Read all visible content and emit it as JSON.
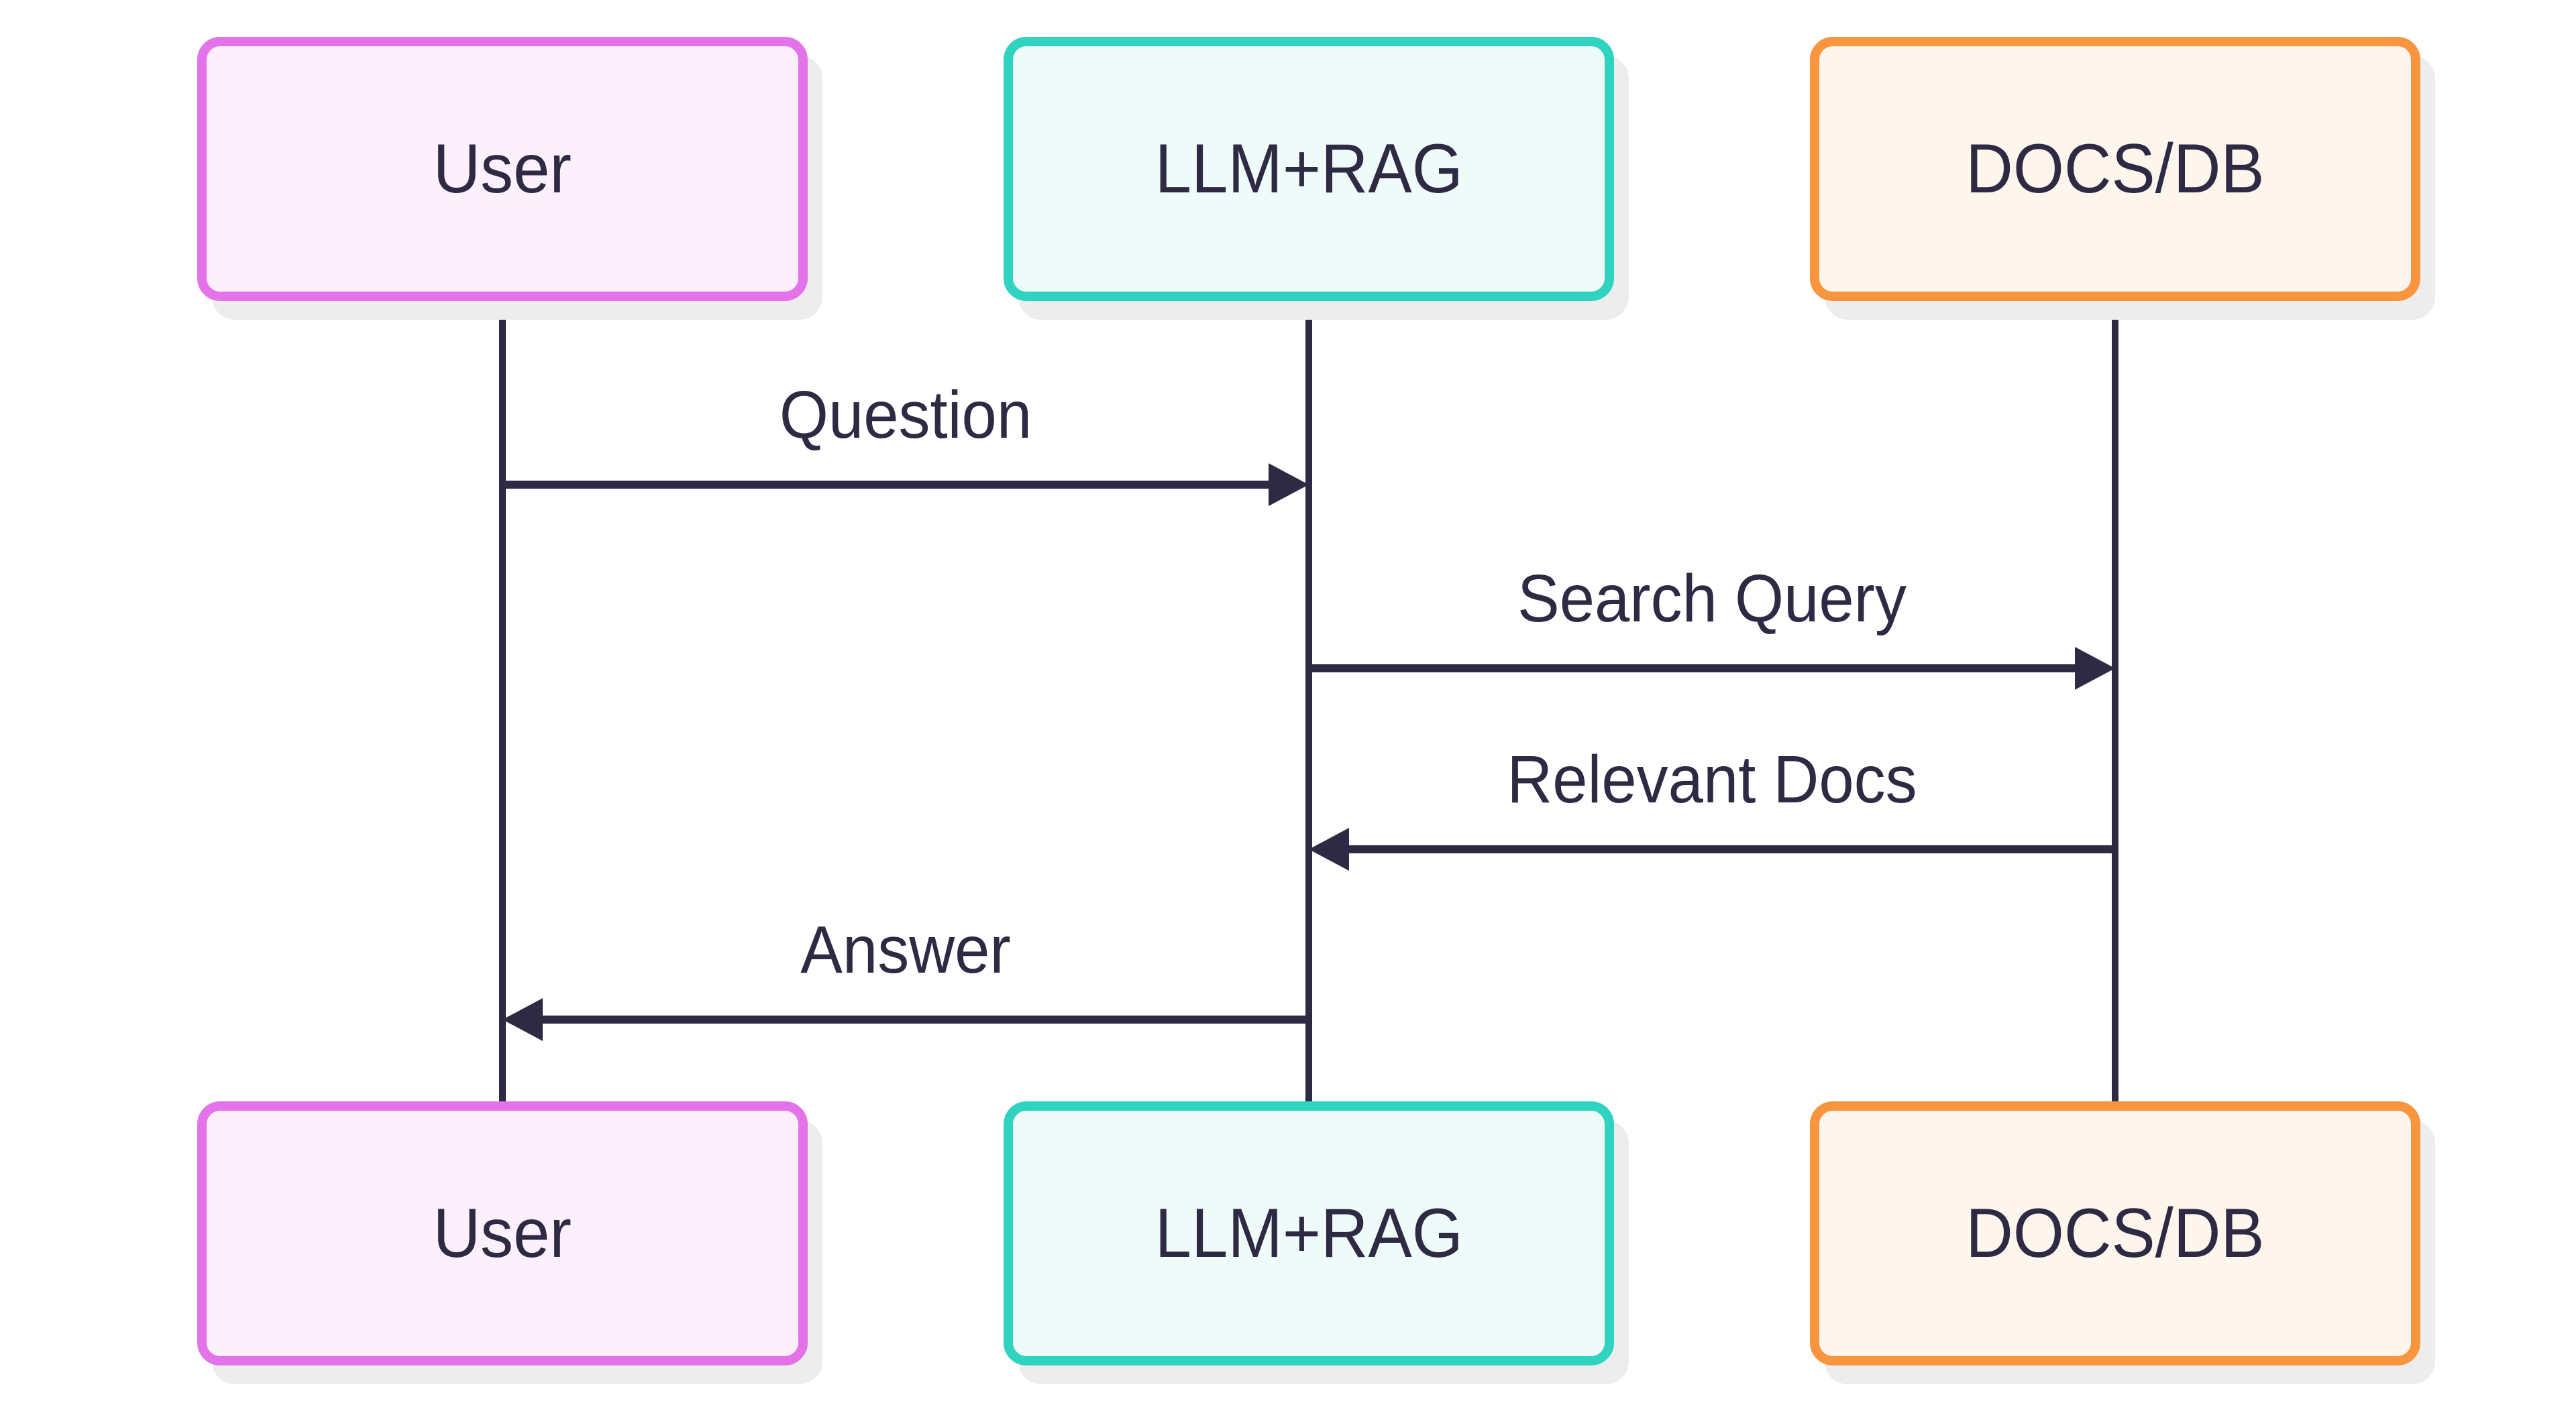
{
  "diagram": {
    "type": "sequence-diagram",
    "background_color": "#ffffff",
    "line_color": "#2e2a44",
    "shadow_color": "#ededed",
    "actors": [
      {
        "id": "user",
        "label": "User",
        "border_color": "#e473ea",
        "fill_color": "#fcf0fd"
      },
      {
        "id": "llm-rag",
        "label": "LLM+RAG",
        "border_color": "#2fd3c0",
        "fill_color": "#effbf8"
      },
      {
        "id": "docs-db",
        "label": "DOCS/DB",
        "border_color": "#f9953f",
        "fill_color": "#fef5ec"
      }
    ],
    "messages": [
      {
        "label": "Question",
        "from": "User",
        "to": "LLM+RAG",
        "direction": "right"
      },
      {
        "label": "Search Query",
        "from": "LLM+RAG",
        "to": "DOCS/DB",
        "direction": "right"
      },
      {
        "label": "Relevant Docs",
        "from": "DOCS/DB",
        "to": "LLM+RAG",
        "direction": "left"
      },
      {
        "label": "Answer",
        "from": "LLM+RAG",
        "to": "User",
        "direction": "left"
      }
    ]
  }
}
